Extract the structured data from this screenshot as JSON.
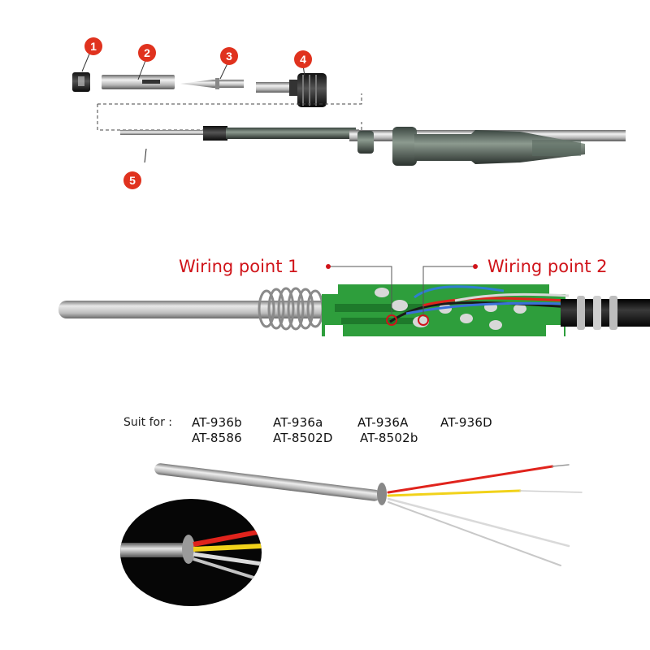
{
  "parts": {
    "badges": [
      "1",
      "2",
      "3",
      "4",
      "5"
    ],
    "badge_color": "#e0321e"
  },
  "wiring": {
    "point1_label": "Wiring point 1",
    "point2_label": "Wiring point 2",
    "label_color": "#d0141a"
  },
  "compatibility": {
    "prefix": "Suit for :",
    "models_row1": [
      "AT-936b",
      "AT-936a",
      "AT-936A",
      "AT-936D"
    ],
    "models_row2": [
      "AT-8586",
      "AT-8502D",
      "AT-8502b"
    ]
  },
  "colors": {
    "pcb_green": "#2e9e3c",
    "wire_red": "#e0231c",
    "wire_yellow": "#f1d21a",
    "steel": "#b9b9b9"
  }
}
